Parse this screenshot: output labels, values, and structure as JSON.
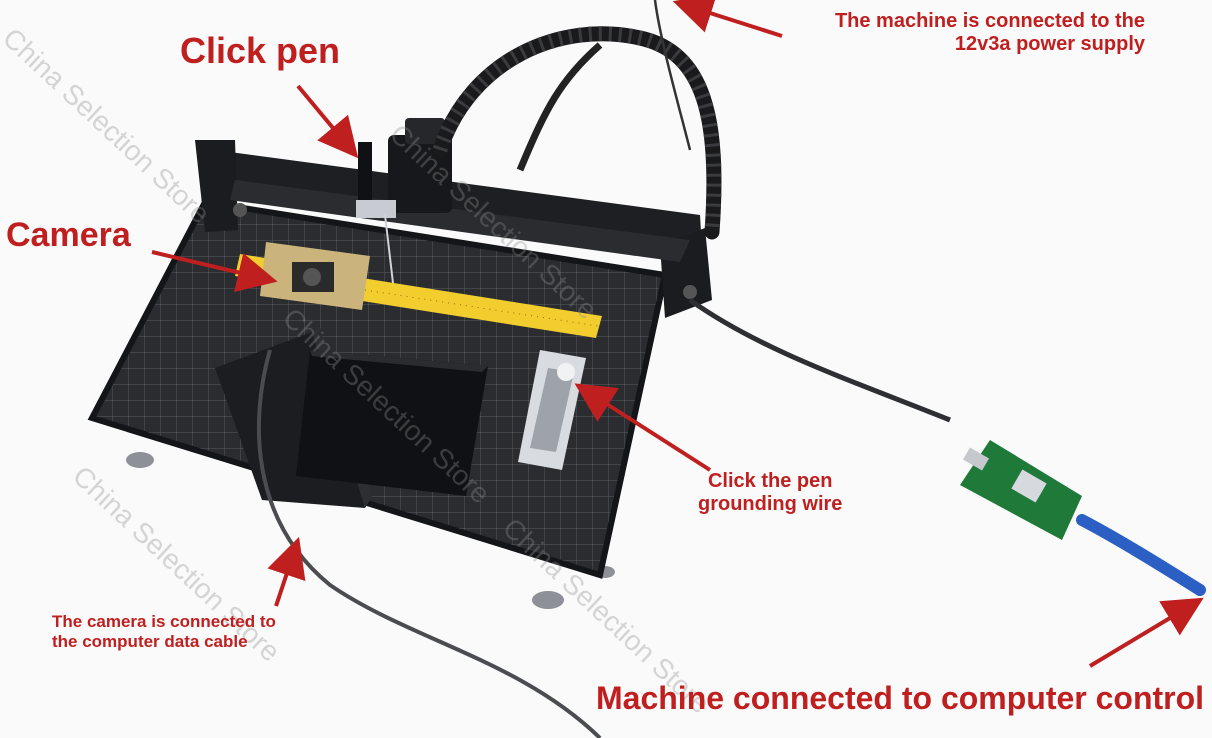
{
  "labels": {
    "click_pen": "Click pen",
    "camera": "Camera",
    "power_line1": "The machine is connected to the",
    "power_line2": "12v3a power supply",
    "grounding_line1": "Click the pen",
    "grounding_line2": "grounding wire",
    "camera_cable_line1": "The camera is connected to",
    "camera_cable_line2": "the computer data cable",
    "computer_control": "Machine connected to computer control"
  },
  "watermark": "China Selection Store",
  "colors": {
    "annotation_red": "#c01f1f",
    "frame_black": "#1e1f22",
    "mat_dark": "#2a2c30",
    "ruler_yellow": "#f2cd2e",
    "pcb_green": "#1f7a3a",
    "usb_blue": "#2b5fc4"
  }
}
